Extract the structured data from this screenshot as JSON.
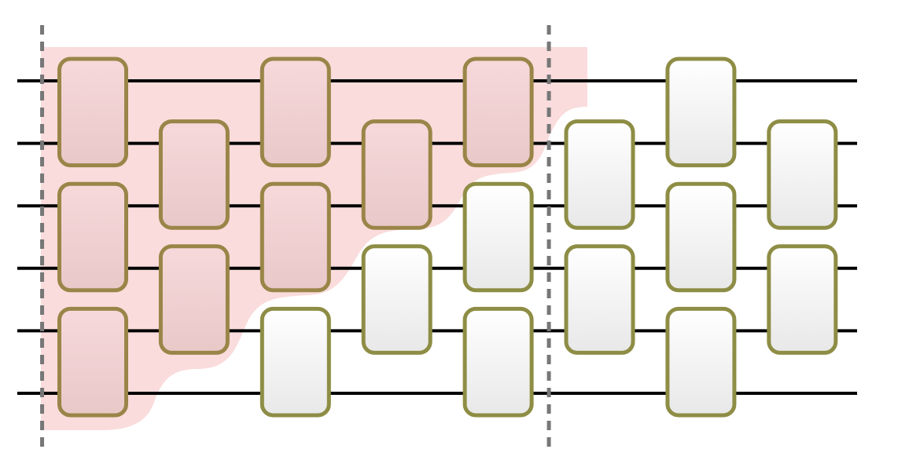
{
  "colors": {
    "background": "#ffffff",
    "wire": "#000000",
    "region_fill": "#fadcdc",
    "divider": "#777777",
    "gate_border_highlighted": "#9a8548",
    "gate_border_plain": "#8e8d45",
    "gate_highlight_top": "#f7d9db",
    "gate_highlight_bottom": "#e9c8c8",
    "gate_plain_top": "#ffffff",
    "gate_plain_bottom": "#e8e8e8"
  },
  "circuit": {
    "wire_count": 6,
    "layer_count": 8,
    "dividers_after_layer": [
      0,
      5
    ],
    "gates": [
      {
        "layer": 1,
        "top_wire": 1,
        "highlighted": true
      },
      {
        "layer": 1,
        "top_wire": 3,
        "highlighted": true
      },
      {
        "layer": 1,
        "top_wire": 5,
        "highlighted": true
      },
      {
        "layer": 2,
        "top_wire": 2,
        "highlighted": true
      },
      {
        "layer": 2,
        "top_wire": 4,
        "highlighted": true
      },
      {
        "layer": 3,
        "top_wire": 1,
        "highlighted": true
      },
      {
        "layer": 3,
        "top_wire": 3,
        "highlighted": true
      },
      {
        "layer": 3,
        "top_wire": 5,
        "highlighted": false
      },
      {
        "layer": 4,
        "top_wire": 2,
        "highlighted": true
      },
      {
        "layer": 4,
        "top_wire": 4,
        "highlighted": false
      },
      {
        "layer": 5,
        "top_wire": 1,
        "highlighted": true
      },
      {
        "layer": 5,
        "top_wire": 3,
        "highlighted": false
      },
      {
        "layer": 5,
        "top_wire": 5,
        "highlighted": false
      },
      {
        "layer": 6,
        "top_wire": 2,
        "highlighted": false
      },
      {
        "layer": 6,
        "top_wire": 4,
        "highlighted": false
      },
      {
        "layer": 7,
        "top_wire": 1,
        "highlighted": false
      },
      {
        "layer": 7,
        "top_wire": 3,
        "highlighted": false
      },
      {
        "layer": 7,
        "top_wire": 5,
        "highlighted": false
      },
      {
        "layer": 8,
        "top_wire": 2,
        "highlighted": false
      },
      {
        "layer": 8,
        "top_wire": 4,
        "highlighted": false
      }
    ]
  }
}
